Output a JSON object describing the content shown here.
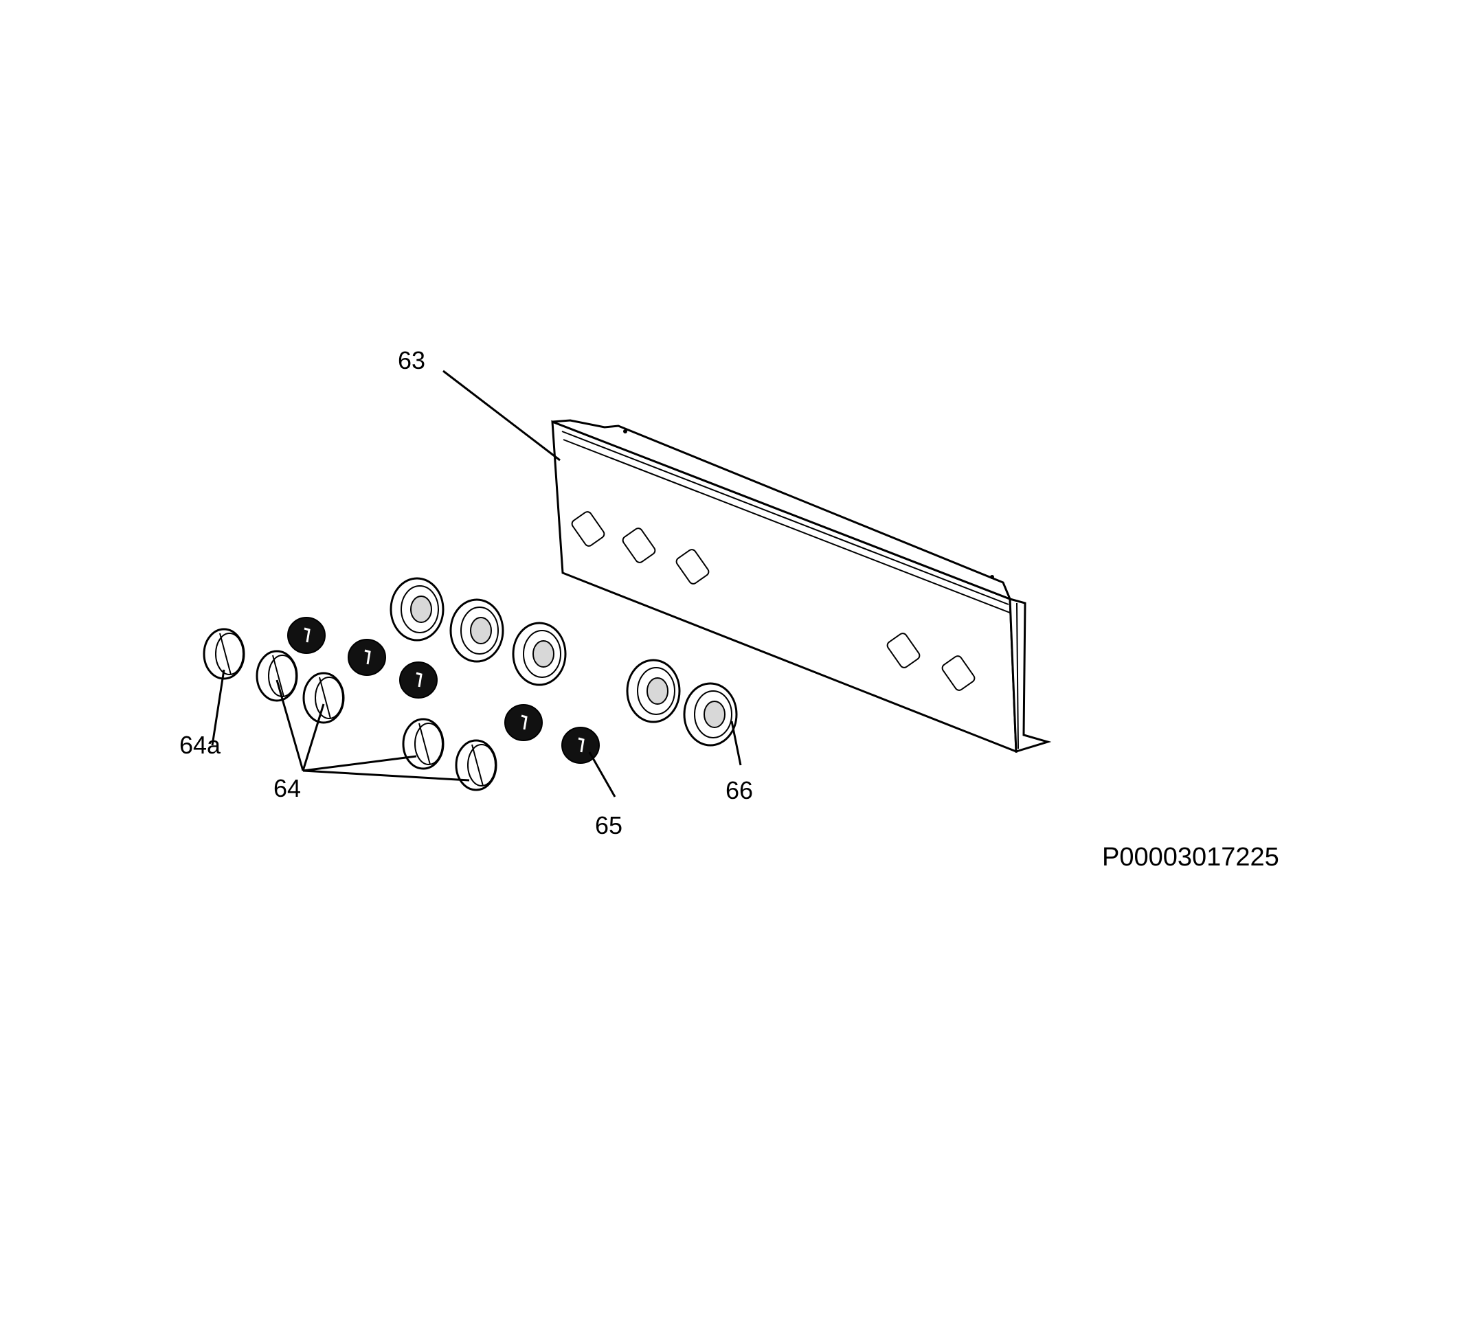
{
  "labels": {
    "part_63": "63",
    "part_64a": "64a",
    "part_64": "64",
    "part_65": "65",
    "part_66": "66"
  },
  "reference_number": "P00003017225"
}
